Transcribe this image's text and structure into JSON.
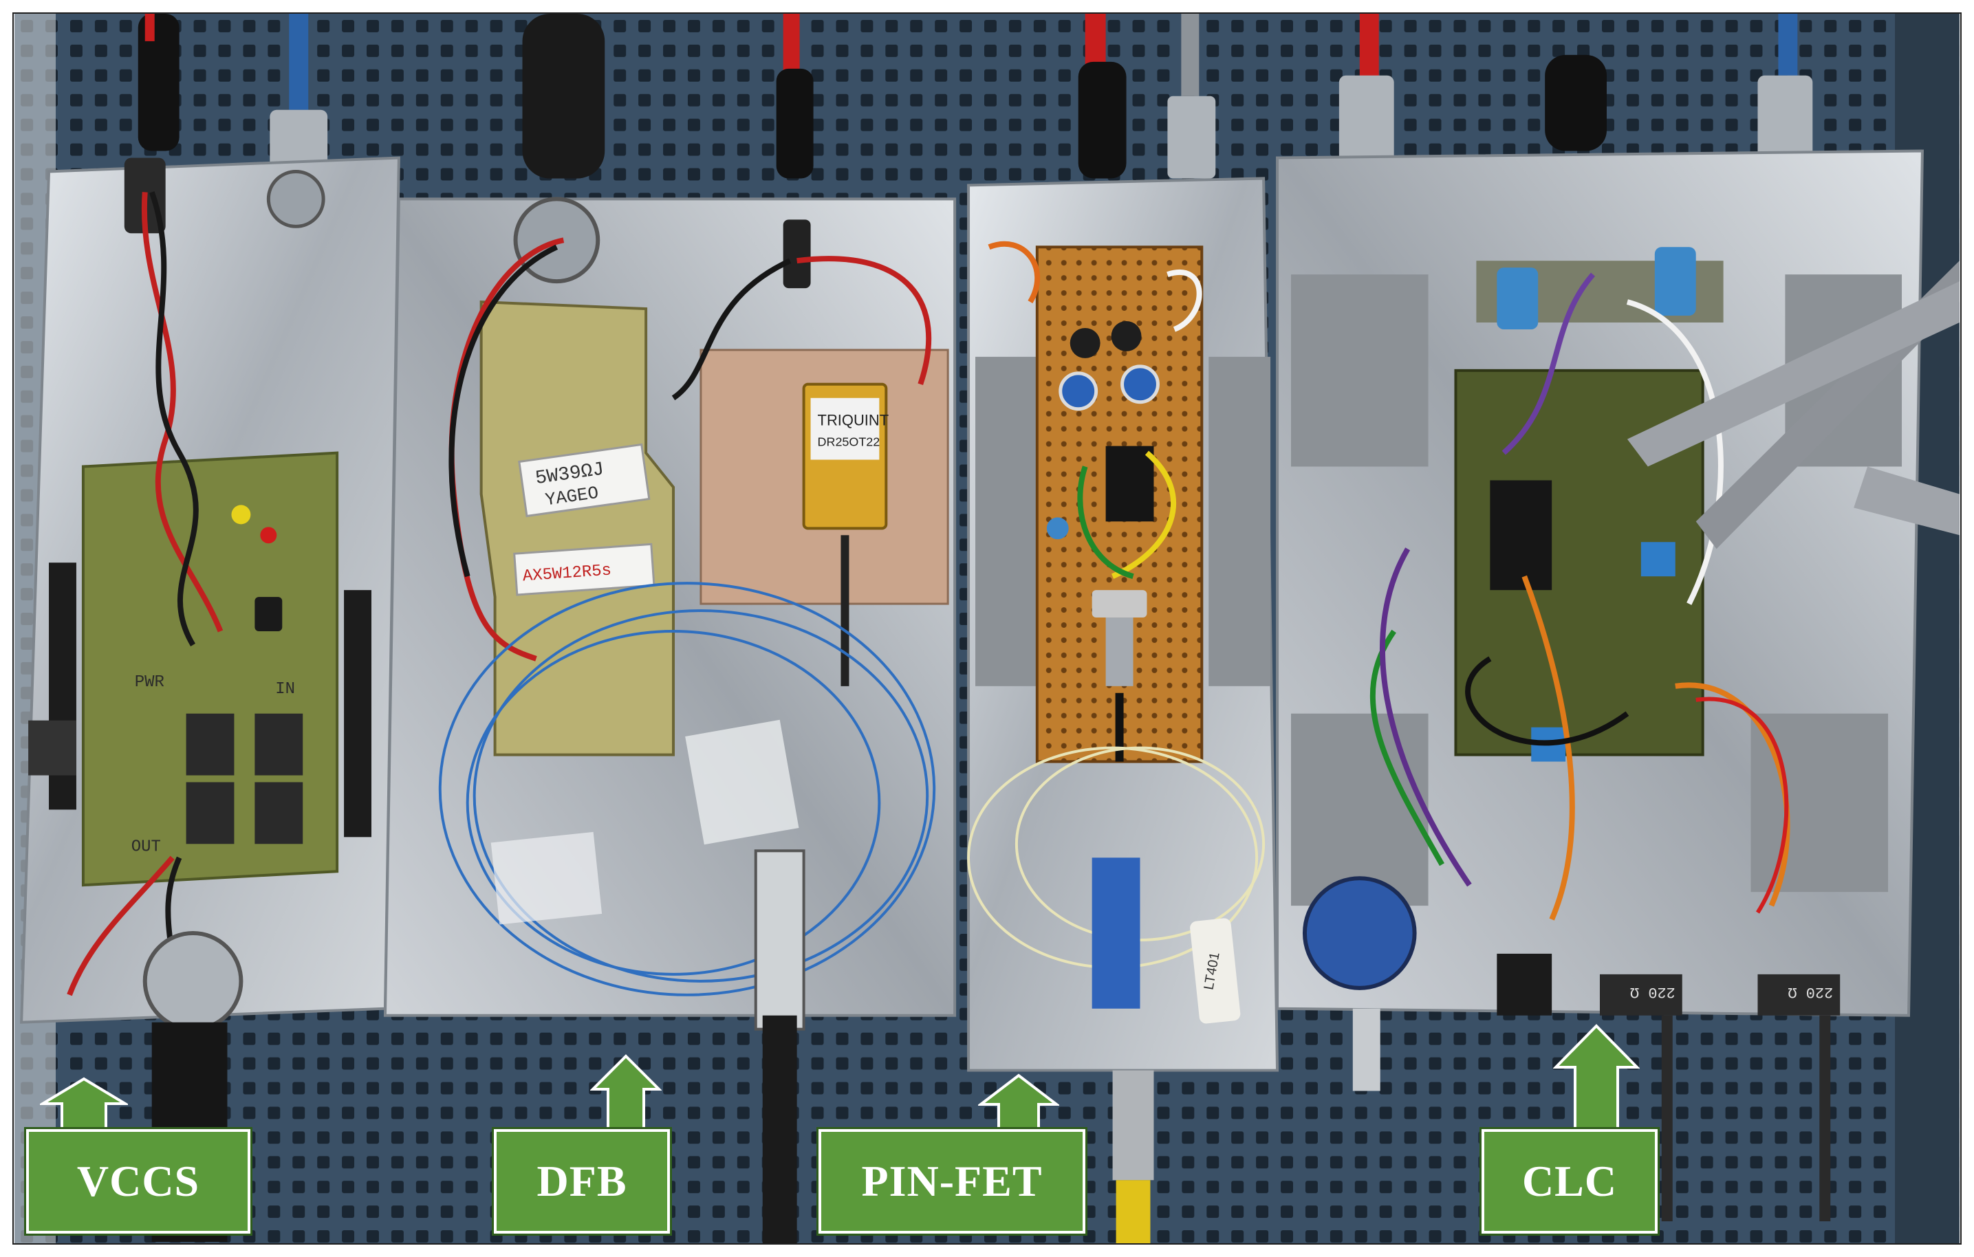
{
  "figure": {
    "labels": [
      {
        "id": "vccs",
        "text": "VCCS"
      },
      {
        "id": "dfb",
        "text": "DFB"
      },
      {
        "id": "pinfet",
        "text": "PIN-FET"
      },
      {
        "id": "clc",
        "text": "CLC"
      }
    ],
    "component_markings": {
      "resistor_1_line1": "5W39ΩJ",
      "resistor_1_line2": "YAGEO",
      "resistor_2": "AX5W12R5s",
      "laser_line1": "TRIQUINT",
      "laser_line2": "DR25OT22",
      "pcb_pwr": "PWR",
      "pcb_in": "IN",
      "pcb_out": "OUT",
      "fiber_tag": "LT401",
      "pot_1": "220 Ω",
      "pot_2": "220 Ω"
    }
  },
  "colors": {
    "label_fill": "#5b9a3a",
    "label_border": "#2f5d1c",
    "pegboard": "#33485c",
    "aluminum": "#b9bec4",
    "pcb_green": "#6f7a38",
    "perfboard": "#b8782c"
  }
}
